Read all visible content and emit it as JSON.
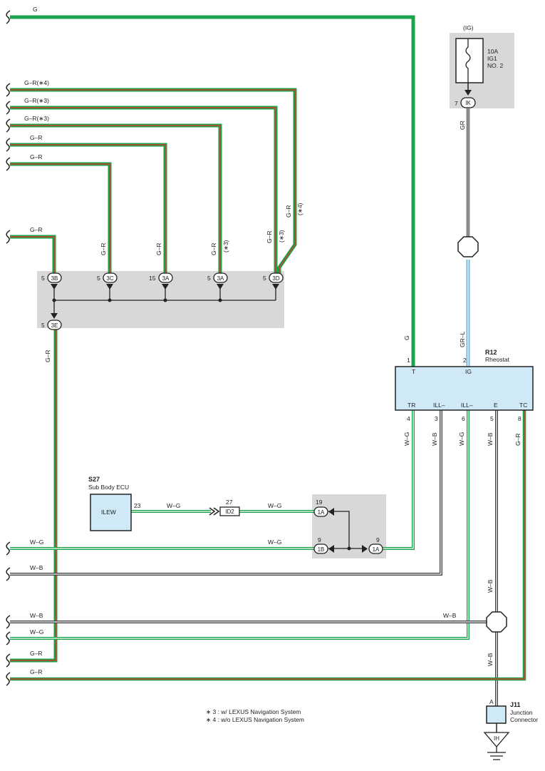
{
  "wires": {
    "top_g": "G",
    "g_r_4": "G–R(∗4)",
    "g_r_3a": "G–R(∗3)",
    "g_r_3b": "G–R(∗3)",
    "g_r_1": "G–R",
    "g_r_2": "G–R",
    "g_r_3": "G–R",
    "vert_3c": "G–R",
    "vert_3a15": "G–R",
    "vert_3a5": "G–R",
    "vert_3a5_note": "(∗3)",
    "vert_3d": "G–R",
    "vert_3d_note": "(∗3)",
    "vert_diag": "G–R",
    "vert_diag_note": "(∗4)",
    "vert_3e": "G–R",
    "gr": "GR",
    "gr_l": "GR–L",
    "g_vert": "G",
    "tr_wire": "W–G",
    "ill1_wire": "W–B",
    "ill2_wire": "W–G",
    "e_wire": "W–B",
    "tc_wire": "G–R",
    "ecu_wire1": "W–G",
    "ecu_wire2": "W–G",
    "left_wg1": "W–G",
    "left_wg1_b": "W–G",
    "left_wb1": "W–B",
    "left_wb2": "W–B",
    "wb_right": "W–B",
    "left_wg2": "W–G",
    "left_gr4": "G–R",
    "left_gr5": "G–R",
    "e_vert1": "W–B",
    "e_vert2": "W–B"
  },
  "connectors": {
    "c3b": {
      "pin": "5",
      "name": "3B"
    },
    "c3c": {
      "pin": "5",
      "name": "3C"
    },
    "c3a15": {
      "pin": "15",
      "name": "3A"
    },
    "c3a5": {
      "pin": "5",
      "name": "3A"
    },
    "c3d": {
      "pin": "5",
      "name": "3D"
    },
    "c3e": {
      "pin": "5",
      "name": "3E"
    },
    "cik": {
      "pin": "7",
      "name": "IK"
    },
    "c1a19": {
      "pin": "19",
      "name": "1A"
    },
    "c1b": {
      "pin": "9",
      "name": "1B"
    },
    "c1a9": {
      "pin": "9",
      "name": "1A"
    },
    "id2": {
      "pin": "27",
      "name": "ID2"
    },
    "ecu_pin": "23"
  },
  "fuse": {
    "supply": "(IG)",
    "line1": "10A",
    "line2": "IG1",
    "line3": "NO. 2"
  },
  "rheostat": {
    "code": "R12",
    "name": "Rheostat",
    "top_terms": [
      {
        "label": "T",
        "pin": "1"
      },
      {
        "label": "IG",
        "pin": "2"
      }
    ],
    "bottom_terms": [
      {
        "label": "TR",
        "pin": "4"
      },
      {
        "label": "ILL–",
        "pin": "3"
      },
      {
        "label": "ILL–",
        "pin": "6"
      },
      {
        "label": "E",
        "pin": "5"
      },
      {
        "label": "TC",
        "pin": "8"
      }
    ]
  },
  "ecu": {
    "code": "S27",
    "name": "Sub Body ECU",
    "terminal": "ILEW"
  },
  "junction": {
    "code": "J11",
    "line1": "Junction",
    "line2": "Connector",
    "pin": "A",
    "ground": "IH"
  },
  "notes": [
    "∗ 3 : w/ LEXUS Navigation System",
    "∗ 4 : w/o LEXUS Navigation System"
  ],
  "colors": {
    "green": "#1aa34a",
    "red": "#d83a2a",
    "gray_wire": "#8a8a8a",
    "blue_wire": "#6fb5dd",
    "box_fill": "#cfe9f7",
    "shade": "#d8d8d8"
  }
}
